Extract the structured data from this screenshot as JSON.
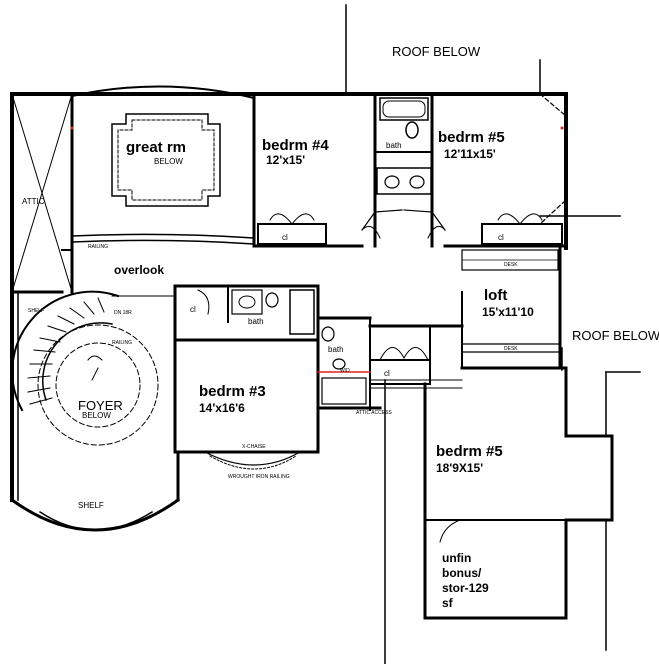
{
  "labels": {
    "roof_below_top": "ROOF BELOW",
    "roof_below_right": "ROOF BELOW",
    "attic": "ATTIC",
    "great_rm": "great rm",
    "great_rm_below": "BELOW",
    "bedrm4": "bedrm #4",
    "bedrm4_size": "12'x15'",
    "bedrm5_top": "bedrm #5",
    "bedrm5_top_size": "12'11x15'",
    "bath_top": "bath",
    "cl_bed4": "cl",
    "cl_bed5": "cl",
    "overlook": "overlook",
    "railing_top": "RAILING",
    "shelf_top": "SHELF",
    "dn": "DN 18R",
    "railing_stair": "RAILING",
    "cl_mid": "cl",
    "bath_mid": "bath",
    "bedrm3": "bedrm #3",
    "bedrm3_size": "14'x16'6",
    "foyer": "FOYER",
    "foyer_below": "BELOW",
    "shelf_bottom": "SHELF",
    "loft": "loft",
    "loft_size": "15'x11'10",
    "desk_top": "DESK",
    "desk_loft": "DESK",
    "bath_small": "bath",
    "cl_small": "cl",
    "attic_access": "ATTIC ACCESS",
    "wm_dr": "W/D",
    "bedrm5_bottom": "bedrm #5",
    "bedrm5_bottom_size": "18'9X15'",
    "window_seat": "X-CHAISE",
    "window_railing": "WROUGHT IRON RAILING",
    "bonus_1": "unfin",
    "bonus_2": "bonus/",
    "bonus_3": "stor-129",
    "bonus_4": "sf"
  }
}
